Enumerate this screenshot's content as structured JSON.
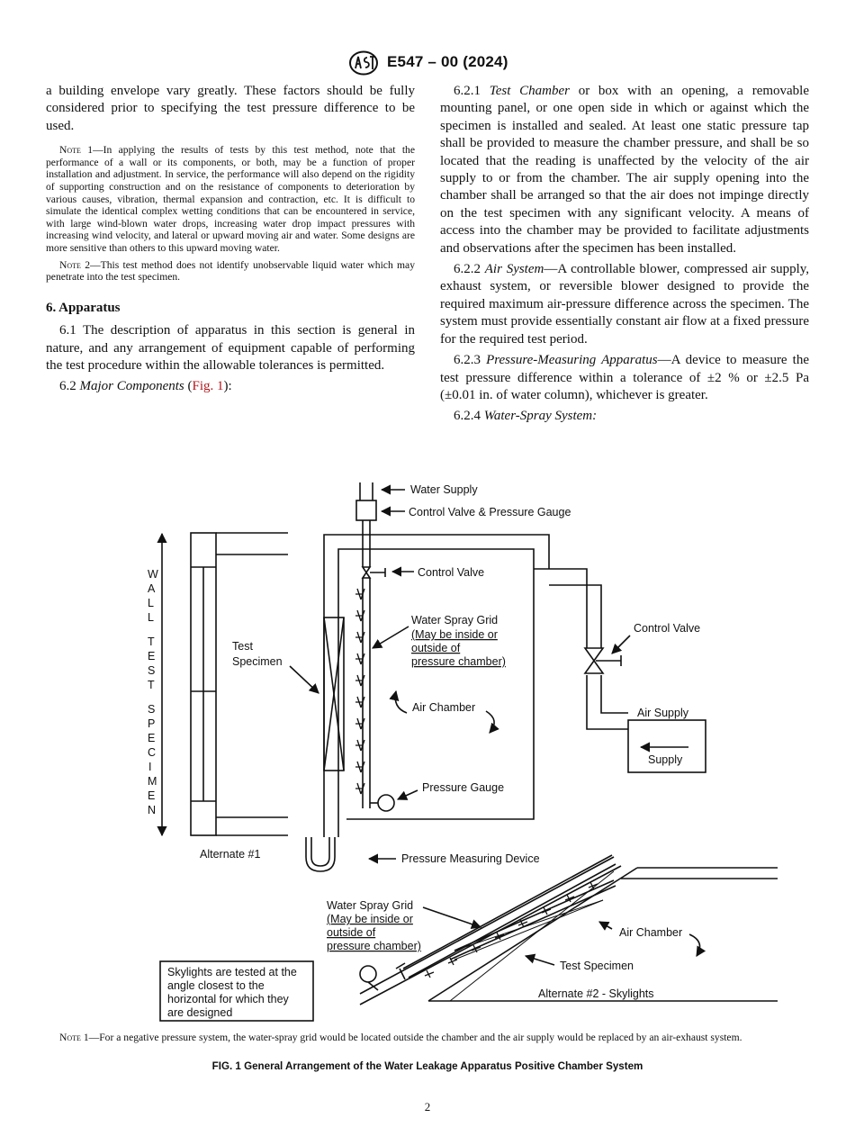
{
  "header": {
    "doc_id": "E547 – 00 (2024)"
  },
  "left_col": {
    "p_intro": "a building envelope vary greatly. These factors should be fully considered prior to specifying the test pressure difference to be used.",
    "note1_label": "Note",
    "note1_num": " 1",
    "note1_text": "—In applying the results of tests by this test method, note that the performance of a wall or its components, or both, may be a function of proper installation and adjustment. In service, the performance will also depend on the rigidity of supporting construction and on the resistance of components to deterioration by various causes, vibration, thermal expansion and contraction, etc. It is difficult to simulate the identical complex wetting conditions that can be encountered in service, with large wind-blown water drops, increasing water drop impact pressures with increasing wind velocity, and lateral or upward moving air and water. Some designs are more sensitive than others to this upward moving water.",
    "note2_label": "Note",
    "note2_num": " 2",
    "note2_text": "—This test method does not identify unobservable liquid water which may penetrate into the test specimen.",
    "heading": "6.  Apparatus",
    "p_6_1": "6.1  The description of apparatus in this section is general in nature, and any arrangement of equipment capable of performing the test procedure within the allowable tolerances is permitted.",
    "p_6_2_num": "6.2  ",
    "p_6_2_italic": "Major Components",
    "p_6_2_open": " (",
    "p_6_2_link": "Fig. 1",
    "p_6_2_close": "):"
  },
  "right_col": {
    "p_621_num": "6.2.1  ",
    "p_621_italic": "Test Chamber",
    "p_621_text": " or box with an opening, a removable mounting panel, or one open side in which or against which the specimen is installed and sealed. At least one static pressure tap shall be provided to measure the chamber pressure, and shall be so located that the reading is unaffected by the velocity of the air supply to or from the chamber. The air supply opening into the chamber shall be arranged so that the air does not impinge directly on the test specimen with any significant velocity. A means of access into the chamber may be provided to facilitate adjustments and observations after the specimen has been installed.",
    "p_622_num": "6.2.2  ",
    "p_622_italic": "Air System",
    "p_622_text": "—A controllable blower, compressed air supply, exhaust system, or reversible blower designed to provide the required maximum air-pressure difference across the specimen. The system must provide essentially constant air flow at a fixed pressure for the required test period.",
    "p_623_num": "6.2.3  ",
    "p_623_italic": "Pressure-Measuring Apparatus",
    "p_623_text": "—A device to measure the test pressure difference within a tolerance of ±2 % or ±2.5 Pa (±0.01 in. of water column), whichever is greater.",
    "p_624_num": "6.2.4  ",
    "p_624_italic": "Water-Spray System:"
  },
  "figure": {
    "water_supply": "Water Supply",
    "control_valve_gauge": "Control Valve & Pressure Gauge",
    "control_valve_top": "Control Valve",
    "control_valve_right": "Control Valve",
    "wall_letters": [
      "W",
      "A",
      "L",
      "L",
      "",
      "T",
      "E",
      "S",
      "T",
      "",
      "S",
      "P",
      "E",
      "C",
      "I",
      "M",
      "E",
      "N"
    ],
    "test_specimen_1": "Test",
    "test_specimen_2": "Specimen",
    "spray_grid_1": "Water Spray Grid",
    "spray_grid_2": "(May be inside or",
    "spray_grid_3": "outside of",
    "spray_grid_4": "pressure chamber)",
    "air_chamber": "Air Chamber",
    "air_supply": "Air Supply",
    "supply": "Supply",
    "pressure_gauge": "Pressure Gauge",
    "alternate1": "Alternate #1",
    "pressure_measuring": "Pressure Measuring Device",
    "sky_spray_1": "Water Spray Grid",
    "sky_spray_2": "(May be inside or",
    "sky_spray_3": "outside of",
    "sky_spray_4": "pressure chamber)",
    "sky_air_chamber": "Air Chamber",
    "sky_test_specimen": "Test Specimen",
    "alternate2": "Alternate #2 - Skylights",
    "skylight_note_1": "Skylights are tested at the",
    "skylight_note_2": "angle closest to the",
    "skylight_note_3": "horizontal for which they",
    "skylight_note_4": "are designed"
  },
  "fig_note": {
    "label": "Note",
    "num": " 1",
    "text": "—For a negative pressure system, the water-spray grid would be located outside the chamber and the air supply would be replaced by an air-exhaust system."
  },
  "fig_caption": "FIG. 1 General Arrangement of the Water Leakage Apparatus Positive Chamber System",
  "page_number": "2"
}
